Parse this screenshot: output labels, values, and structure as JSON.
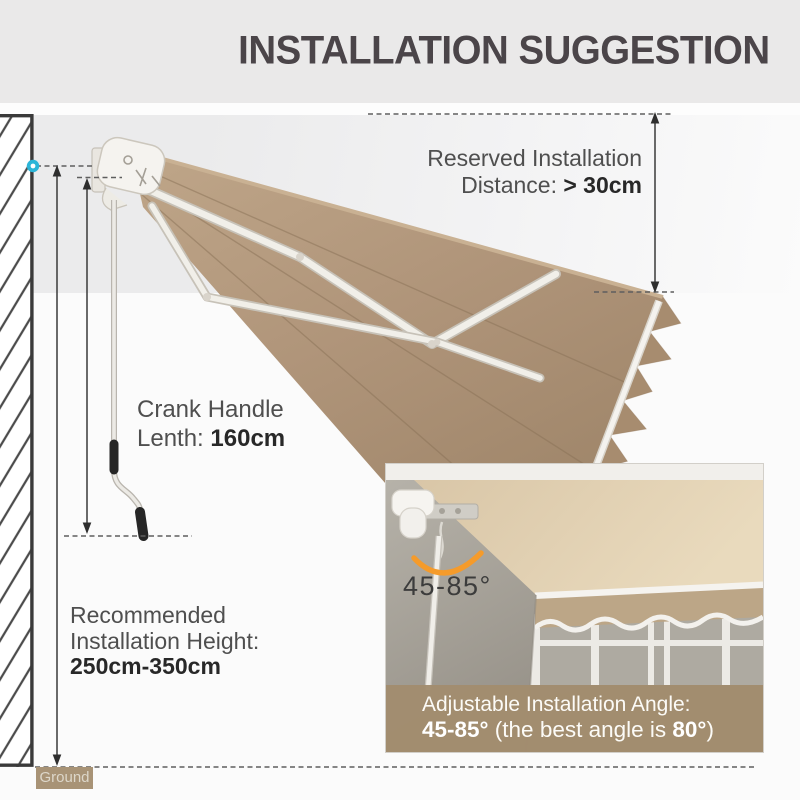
{
  "header": {
    "title": "INSTALLATION SUGGESTION"
  },
  "annotations": {
    "reserved": {
      "line1": "Reserved Installation",
      "line2_label": "Distance: ",
      "line2_value": "> 30cm"
    },
    "crank": {
      "line1": "Crank Handle",
      "line2_label": "Lenth: ",
      "line2_value": "160cm"
    },
    "height": {
      "line1": "Recommended",
      "line2": "Installation Height:",
      "line3": "250cm-350cm"
    },
    "ground_label": "Ground"
  },
  "inset": {
    "angle_label": "45-85°",
    "caption": {
      "line1": "Adjustable Installation Angle:",
      "line2_range": "45-85°",
      "line2_mid": " (the best angle is ",
      "line2_best": "80°",
      "line2_close": ")"
    }
  },
  "colors": {
    "header_bg": "#eae9e9",
    "header_text": "#4b4549",
    "fabric_tan": "#b0957a",
    "valance_tan": "#a78c6f",
    "caption_bg": "#a28c6e",
    "ground_bg": "#a89376",
    "marker_teal": "#2cb5d8",
    "arc_orange": "#f59b2b",
    "text_gray": "#4f4f4f",
    "text_dark": "#282828"
  }
}
